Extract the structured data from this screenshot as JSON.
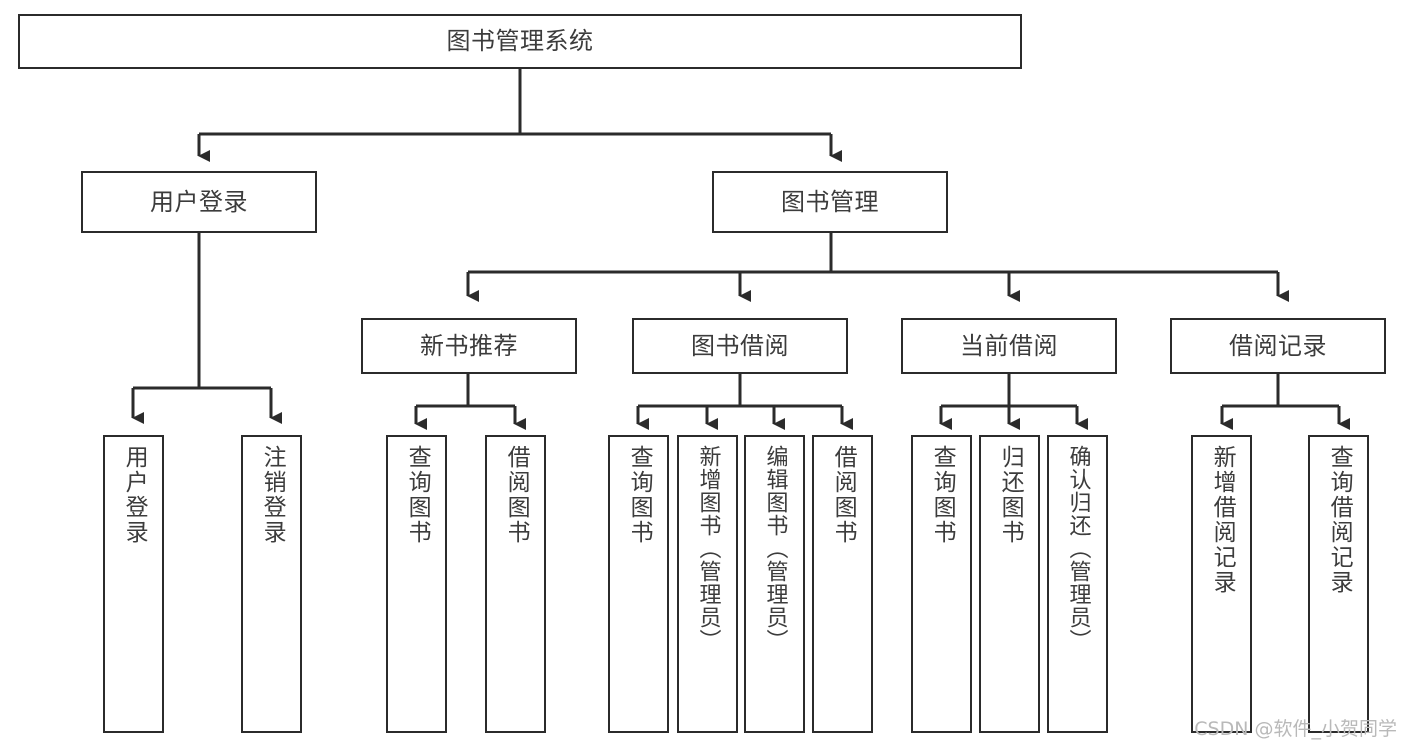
{
  "diagram": {
    "type": "tree",
    "title": "图书管理系统",
    "watermark": "CSDN @软件_小贺同学",
    "colors": {
      "box_border": "#2b2b2b",
      "box_fill": "#ffffff",
      "connector": "#2b2b2b",
      "text": "#3c3c3c",
      "watermark": "#b9b9b9",
      "background": "#ffffff"
    },
    "root": {
      "label": "图书管理系统"
    },
    "level2": [
      {
        "label": "用户登录"
      },
      {
        "label": "图书管理"
      }
    ],
    "level3": [
      {
        "label": "新书推荐"
      },
      {
        "label": "图书借阅"
      },
      {
        "label": "当前借阅"
      },
      {
        "label": "借阅记录"
      }
    ],
    "leaves": {
      "user_login": [
        {
          "label": "用户登录"
        },
        {
          "label": "注销登录"
        }
      ],
      "new_book_recommend": [
        {
          "label": "查询图书"
        },
        {
          "label": "借阅图书"
        }
      ],
      "book_borrow": [
        {
          "label": "查询图书"
        },
        {
          "label": "新增图书（管理员）"
        },
        {
          "label": "编辑图书（管理员）"
        },
        {
          "label": "借阅图书"
        }
      ],
      "current_borrow": [
        {
          "label": "查询图书"
        },
        {
          "label": "归还图书"
        },
        {
          "label": "确认归还（管理员）"
        }
      ],
      "borrow_record": [
        {
          "label": "新增借阅记录"
        },
        {
          "label": "查询借阅记录"
        }
      ]
    }
  }
}
